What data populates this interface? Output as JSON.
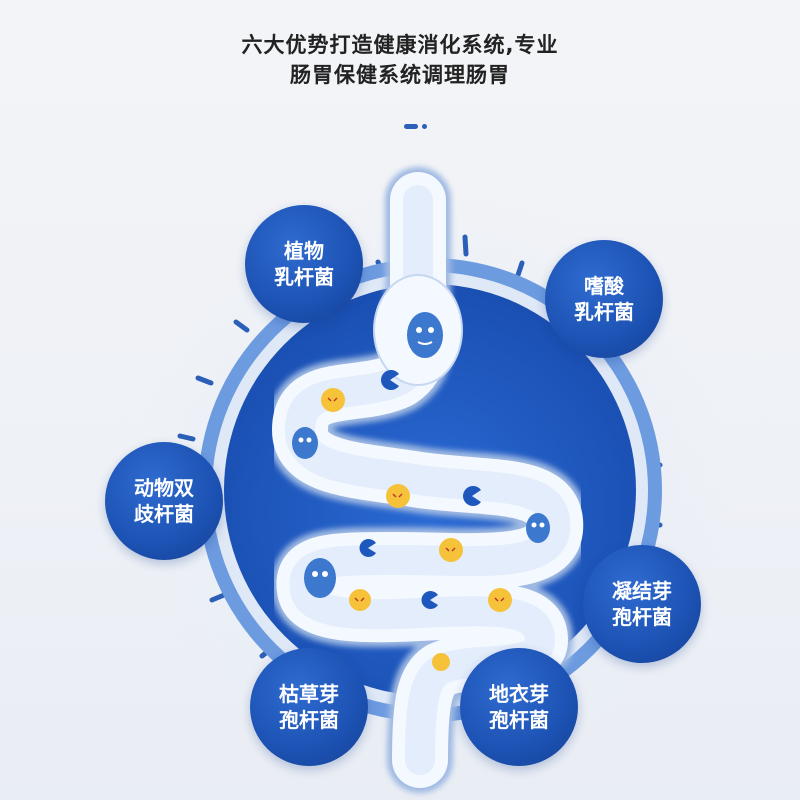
{
  "headline": {
    "line1": "六大优势打造健康消化系统,专业",
    "line2": "肠胃保健系统调理肠胃"
  },
  "badges": [
    {
      "line1": "植物",
      "line2": "乳杆菌"
    },
    {
      "line1": "嗜酸",
      "line2": "乳杆菌"
    },
    {
      "line1": "动物双",
      "line2": "歧杆菌"
    },
    {
      "line1": "凝结芽",
      "line2": "孢杆菌"
    },
    {
      "line1": "枯草芽",
      "line2": "孢杆菌"
    },
    {
      "line1": "地衣芽",
      "line2": "孢杆菌"
    }
  ],
  "colors": {
    "accent": "#1c52b3",
    "ring_outer": "#5d8fd9",
    "ring_inner": "#1f58bc",
    "gut": "#f4f8ff",
    "probiotic_blue": "#3d78cf",
    "bacteria_yellow": "#f6c23a"
  },
  "icons": [
    "probiotic-bacteria-icon",
    "harmful-bacteria-icon",
    "pacman-icon"
  ]
}
